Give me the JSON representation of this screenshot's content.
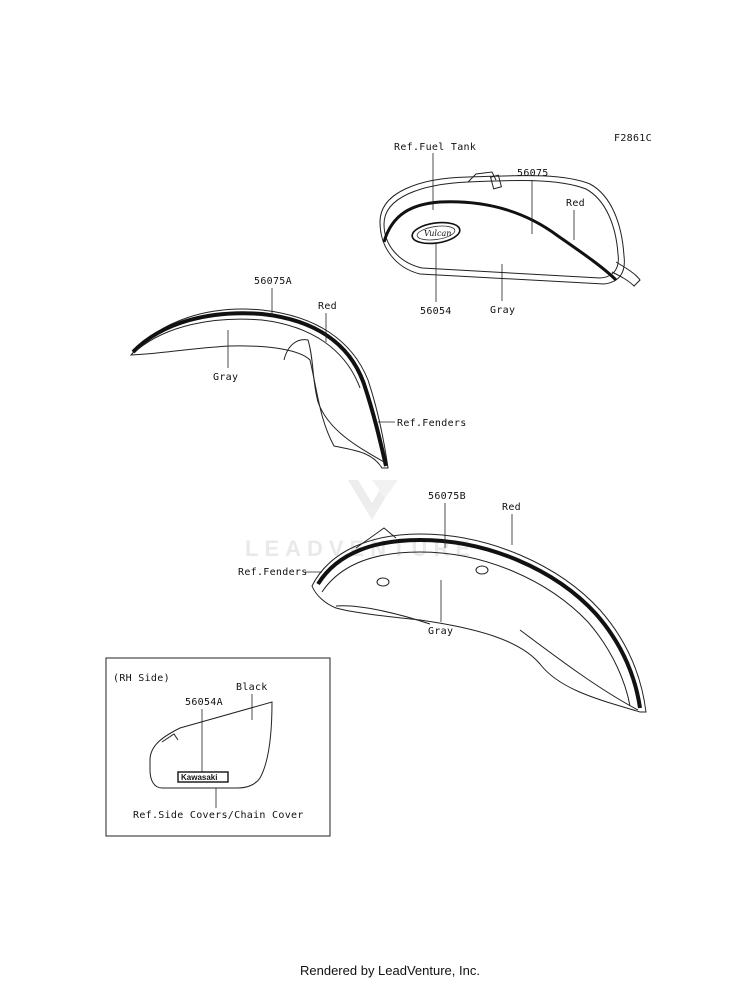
{
  "diagram_code": "F2861C",
  "watermark": "LEADVENTURE",
  "footer": "Rendered by LeadVenture, Inc.",
  "fuel_tank": {
    "ref": "Ref.Fuel Tank",
    "stripe_part": "56075",
    "emblem_part": "56054",
    "color_top": "Red",
    "color_bottom": "Gray",
    "emblem_text": "Vulcan"
  },
  "front_fender": {
    "stripe_part": "56075A",
    "color_top": "Red",
    "color_bottom": "Gray",
    "ref": "Ref.Fenders"
  },
  "rear_fender": {
    "stripe_part": "56075B",
    "color_top": "Red",
    "color_bottom": "Gray",
    "ref": "Ref.Fenders"
  },
  "side_cover": {
    "side": "(RH Side)",
    "part": "56054A",
    "color": "Black",
    "emblem_text": "Kawasaki",
    "ref": "Ref.Side Covers/Chain Cover"
  }
}
